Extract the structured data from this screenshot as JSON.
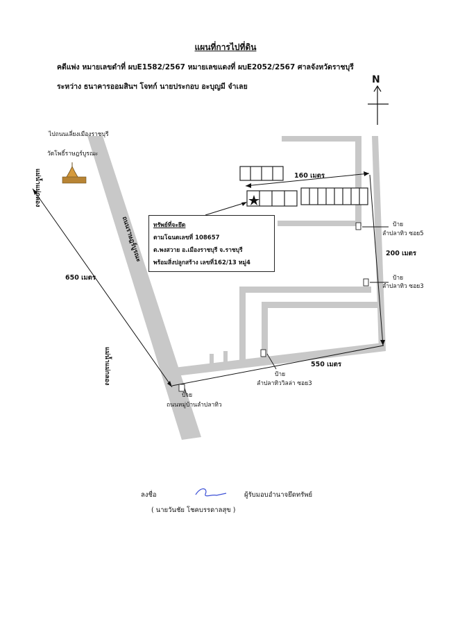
{
  "title": "แผนที่การไปที่ดิน",
  "header": {
    "line1": "คดีแพ่ง หมายเลขดำที่ ผบE1582/2567 หมายเลขแดงที่ ผบE2052/2567 ศาลจังหวัดราชบุรี",
    "line2": "ระหว่าง ธนาคารออมสินฯ โจทก์  นายประกอบ อะบุญมี จำเลย"
  },
  "north": "N",
  "labels": {
    "to_bypass": "ไปถนนเลี่ยงเมืองราชบุรี",
    "temple": "วัดโพธิ์ราษฎร์บูรณะ",
    "river_top": "แม่น้ำแม่กลอง",
    "river_bottom": "แม่น้ำแม่กลอง",
    "road": "ถนนราษฎร์บูรณะ",
    "dist_650": "650 เมตร",
    "dist_160": "160 เมตร",
    "dist_200": "200 เมตร",
    "dist_550": "550 เมตร"
  },
  "property_box": {
    "line1": "ทรัพย์ที่จะยึด",
    "line2": "ตามโฉนดเลขที่ 108657",
    "line3": "ต.พงสวาย อ.เมืองราชบุรี จ.ราชบุรี",
    "line4": "พร้อมสิ่งปลูกสร้าง เลขที่162/13 หมู่4"
  },
  "signs": [
    {
      "line1": "ป้าย",
      "line2": "ลำปลาทิว ซอย5"
    },
    {
      "line1": "ป้าย",
      "line2": "ลำปลาทิว ซอย3"
    },
    {
      "line1": "ป้าย",
      "line2": "ลำปลาทิววิลล่า ซอย3"
    },
    {
      "line1": "ป้าย",
      "line2": "ถนนหมู่บ้านลำปลาทิว"
    }
  ],
  "signature": {
    "sign_label": "ลงชื่อ",
    "role": "ผู้รับมอบอำนาจยึดทรัพย์",
    "name": "( นายวันชัย โชคบรรดาลสุข )"
  },
  "colors": {
    "ink": "#111111",
    "road": "#c8c8c8",
    "signature": "#3b4fd6"
  },
  "icons": [
    "north-arrow-icon",
    "temple-icon",
    "star-icon",
    "sign-icon"
  ]
}
